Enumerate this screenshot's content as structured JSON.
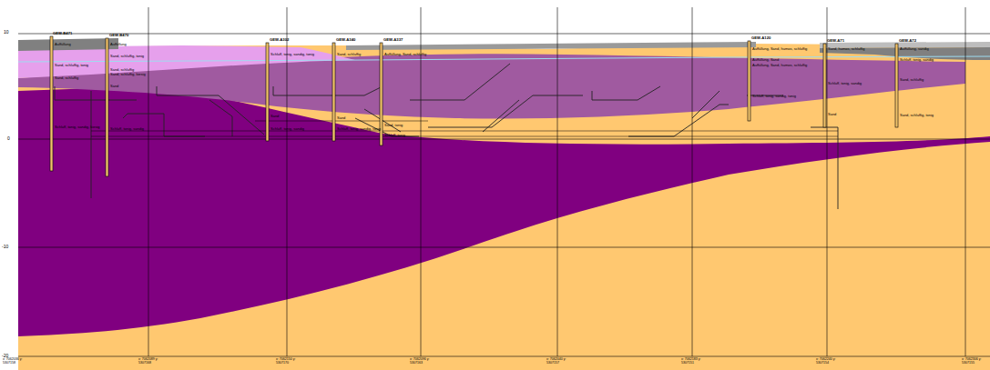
{
  "diagram": {
    "labels": [
      "10",
      "0",
      "-10",
      "-20",
      "GEW-B471",
      "GEW-B470",
      "GEW-A302",
      "GEW-A340",
      "GEW-A337",
      "GEW-A120",
      "GEW-A71",
      "GEW-A72",
      "Auffüllung",
      "Sand, schluffig, tonig",
      "Sand, schluffig",
      "Schluff, tonig, sandig, kiesig",
      "Auffüllung",
      "Sand, schluffig, tonig",
      "Sand, schluffig",
      "Sand, schluffig, kiesig",
      "Sand",
      "Schluff, tonig, sandig",
      "Schluff, tonig, sandig, tonig",
      "Sand",
      "Schluff, tonig, sandig",
      "Sand, schluffig",
      "Schluff, tonig, sandig, tonig",
      "Sand",
      "Auffüllung, Sand, schluffig",
      "Sand, tonig",
      "Schluff, tonig",
      "Auffüllung, Sand, humos, schluffig",
      "Auffüllung, Sand",
      "Auffüllung, Sand, humos, schluffig",
      "Schluff, tonig, sandig, tonig",
      "Sand, humos, schluffig",
      "Schluff, tonig, sandig",
      "Sand",
      "Auffüllung, sandig",
      "Schluff, tonig, sandig",
      "Sand, schluffig",
      "Sand, schluffig, tonig",
      "x: 7062036 y: 5307158",
      "x: 7062089 y: 5307168",
      "x: 7062150 y: 5307170",
      "x: 7062096 y: 5307163",
      "x: 7062040 y: 5307157",
      "x: 7062183 y: 5307151",
      "x: 7062240 y: 5307154",
      "x: 7062306 y: 5307155"
    ]
  }
}
